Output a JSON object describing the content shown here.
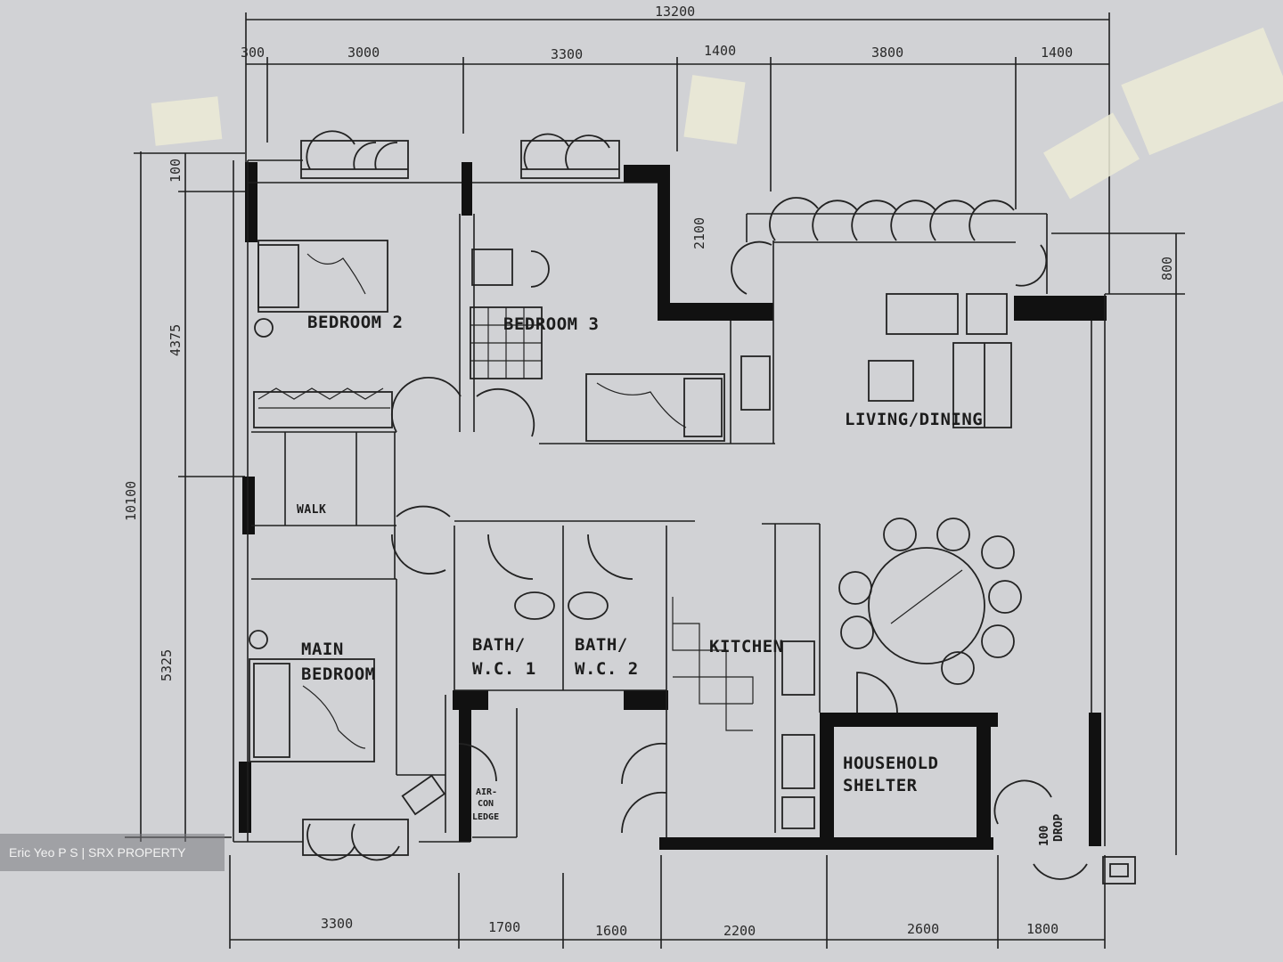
{
  "dimensions": {
    "overall_top": "13200",
    "top": [
      "300",
      "3000",
      "3300",
      "1400",
      "3800",
      "1400"
    ],
    "bottom": [
      "3300",
      "1700",
      "1600",
      "2200",
      "2600",
      "1800"
    ],
    "left_overall": "10100",
    "left": [
      "100",
      "4375",
      "5325"
    ],
    "upper_mid": "2100",
    "right": "800"
  },
  "rooms": {
    "bedroom2": "BEDROOM 2",
    "bedroom3": "BEDROOM 3",
    "living_dining": "LIVING/DINING",
    "walk": "WALK",
    "main_bedroom_line1": "MAIN",
    "main_bedroom_line2": "BEDROOM",
    "bath1_line1": "BATH/",
    "bath1_line2": "W.C. 1",
    "bath2_line1": "BATH/",
    "bath2_line2": "W.C. 2",
    "kitchen": "KITCHEN",
    "shelter_line1": "HOUSEHOLD",
    "shelter_line2": "SHELTER",
    "aircon_line1": "AIR-",
    "aircon_line2": "CON",
    "aircon_line3": "LEDGE",
    "refuse_line1": "100",
    "refuse_line2": "DROP"
  },
  "watermark": "Eric Yeo P S | SRX PROPERTY"
}
